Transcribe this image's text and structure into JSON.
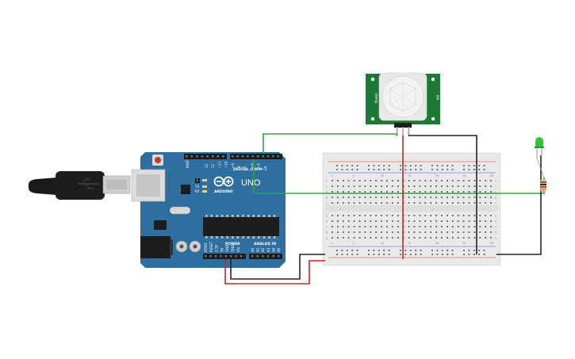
{
  "arduino": {
    "brand": "ARDUINO",
    "model": "UNO",
    "digital_label": "DIGITAL (PWM~)",
    "power_label": "POWER",
    "analog_label": "ANALOG IN",
    "aref": "AREF",
    "gnd": "GND",
    "led_l": "L",
    "led_tx": "TX",
    "led_rx": "RX",
    "digital_pins": [
      "13",
      "12",
      "~11",
      "~10",
      "~9",
      "8",
      "7",
      "~6",
      "~5",
      "4",
      "~3",
      "2",
      "TX▸1",
      "RX◂0"
    ],
    "power_pins": [
      "IOREF",
      "RESET",
      "3.3V",
      "5V",
      "GND",
      "GND",
      "Vin"
    ],
    "analog_pins": [
      "A0",
      "A1",
      "A2",
      "A3",
      "A4",
      "A5"
    ]
  },
  "pir": {
    "label_left": "Model:",
    "label_right": "PIR"
  },
  "breadboard": {
    "cols": [
      "1",
      "5",
      "10",
      "15",
      "20",
      "25",
      "30"
    ],
    "rows_top": [
      "j",
      "i",
      "h",
      "g",
      "f"
    ],
    "rows_bottom": [
      "e",
      "d",
      "c",
      "b",
      "a"
    ]
  },
  "colors": {
    "board": "#2f6fa0",
    "breadboard": "#e9e9e9",
    "wire_red": "#d02020",
    "wire_black": "#222222",
    "wire_green": "#2aa83a",
    "pir_pcb": "#1c7a34",
    "led": "#36c236"
  }
}
